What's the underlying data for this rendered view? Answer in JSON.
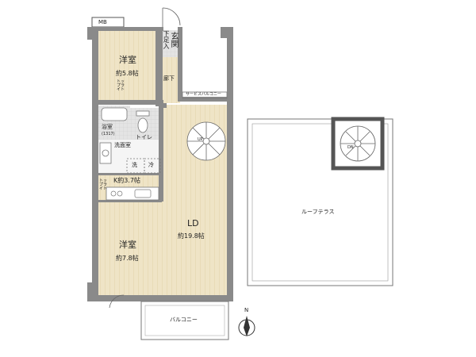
{
  "rooms": {
    "western_north": {
      "name": "洋室",
      "area": "約5.8帖"
    },
    "western_south": {
      "name": "洋室",
      "area": "約7.8帖"
    },
    "ld": {
      "name": "LD",
      "area": "約19.8帖"
    },
    "kitchen": {
      "name": "K約3.7帖"
    },
    "entrance": "玄関",
    "shoe_box": "下足入",
    "hallway": "廊下",
    "bathroom": {
      "name": "浴室",
      "size": "(1317)"
    },
    "washroom": "洗面室",
    "toilet": "トイレ",
    "laundry": "洗",
    "fridge": "冷",
    "service_balcony": "サービスバルコニー",
    "roof_terrace": "ルーフテラス",
    "balcony": "バルコニー"
  },
  "storage_label": "トップライト",
  "meter_box": "MB",
  "stairs": {
    "up": "UP",
    "down": "DN"
  },
  "compass": "N",
  "colors": {
    "wall": "#8a8a8a",
    "wood": "#efe4c6",
    "wood_line": "#e2d2a8",
    "tile": "#d7d7d7",
    "outline": "#555555"
  }
}
